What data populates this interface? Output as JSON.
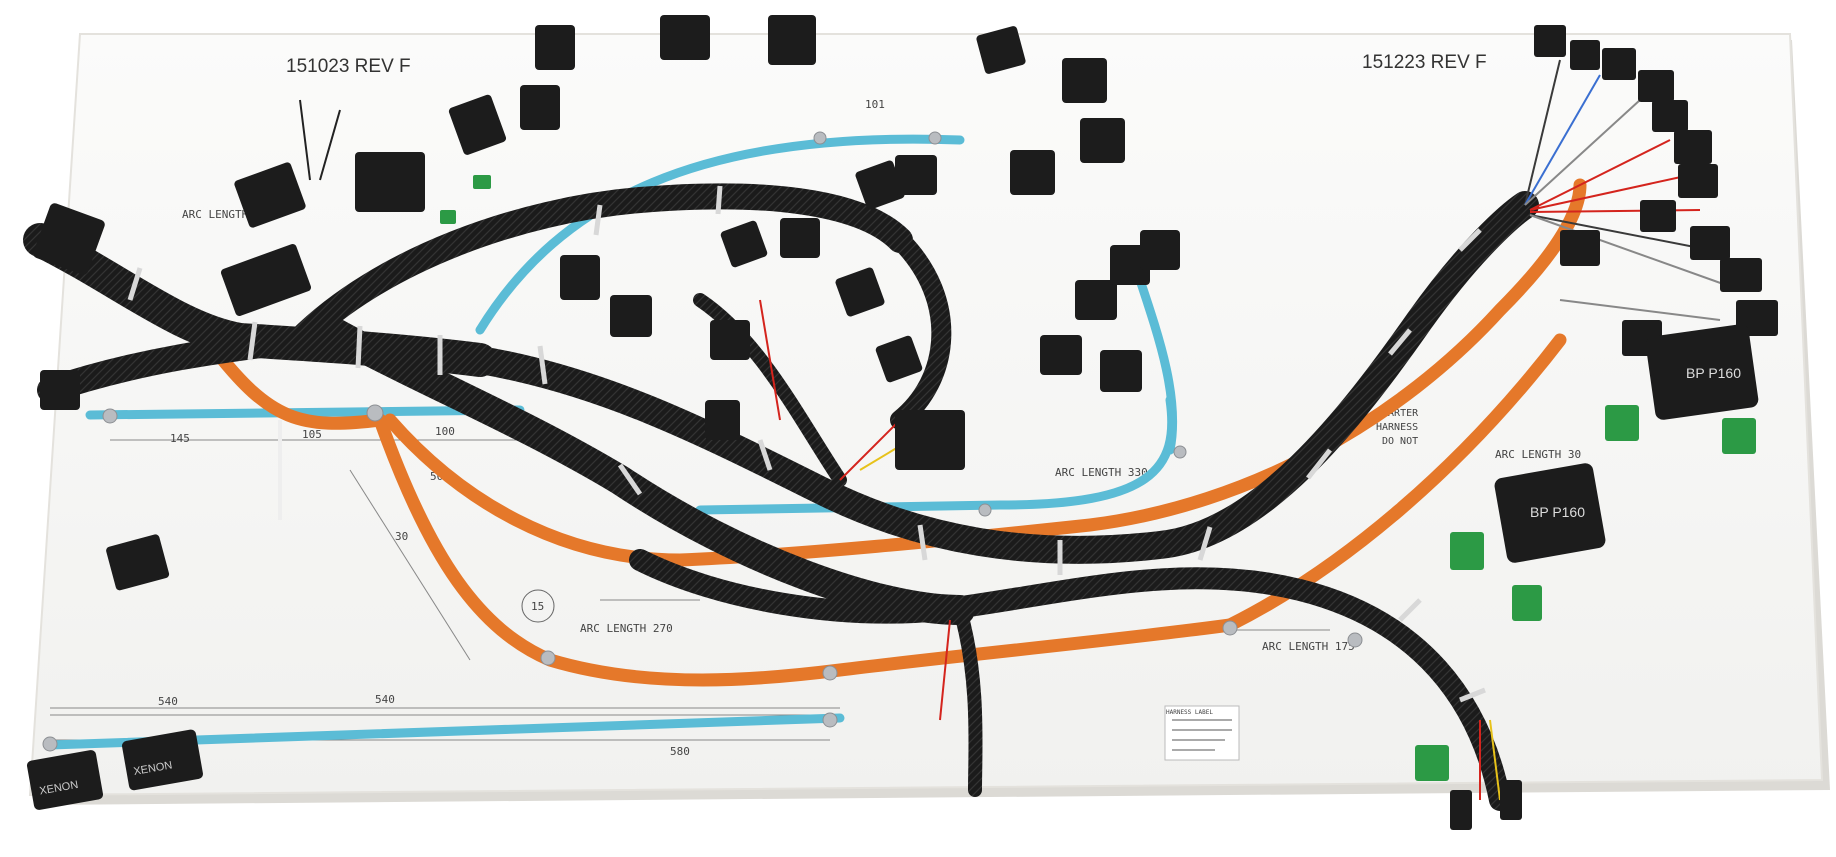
{
  "board": {
    "label_left": "151023 REV F",
    "label_right": "151223 REV F"
  },
  "dimensions": {
    "d145": "145",
    "d105": "105",
    "d100": "100",
    "d50": "50",
    "d30": "30",
    "d15": "15",
    "d540a": "540",
    "d540b": "540",
    "d580": "580",
    "d101": "101",
    "arc_length_a": "ARC LENGTH 35",
    "arc_length_b": "ARC LENGTH 270",
    "arc_length_c": "ARC LENGTH 330",
    "arc_length_d": "ARC LENGTH 175",
    "arc_length_e": "ARC LENGTH 30"
  },
  "notes": {
    "starter_line1": "STARTER",
    "starter_line2": "HARNESS",
    "starter_line3": "DO NOT",
    "label_sheet": "HARNESS LABEL"
  },
  "connectors": {
    "bp_top": "BP P160",
    "bp_bottom": "BP P160",
    "bottom_left": "XENON",
    "bottom_left2": "XENON"
  },
  "colors": {
    "board": "#f7f7f6",
    "board_edge": "#e6e4df",
    "bundle_black": "#1a1a1a",
    "conduit_orange": "#e5782a",
    "tube_blue": "#5bbcd6",
    "connector_black": "#1c1c1c",
    "connector_green": "#2c9a45",
    "wire_red": "#d4241d",
    "wire_yellow": "#e7c21a",
    "clamp_silver": "#b9bcc0"
  }
}
